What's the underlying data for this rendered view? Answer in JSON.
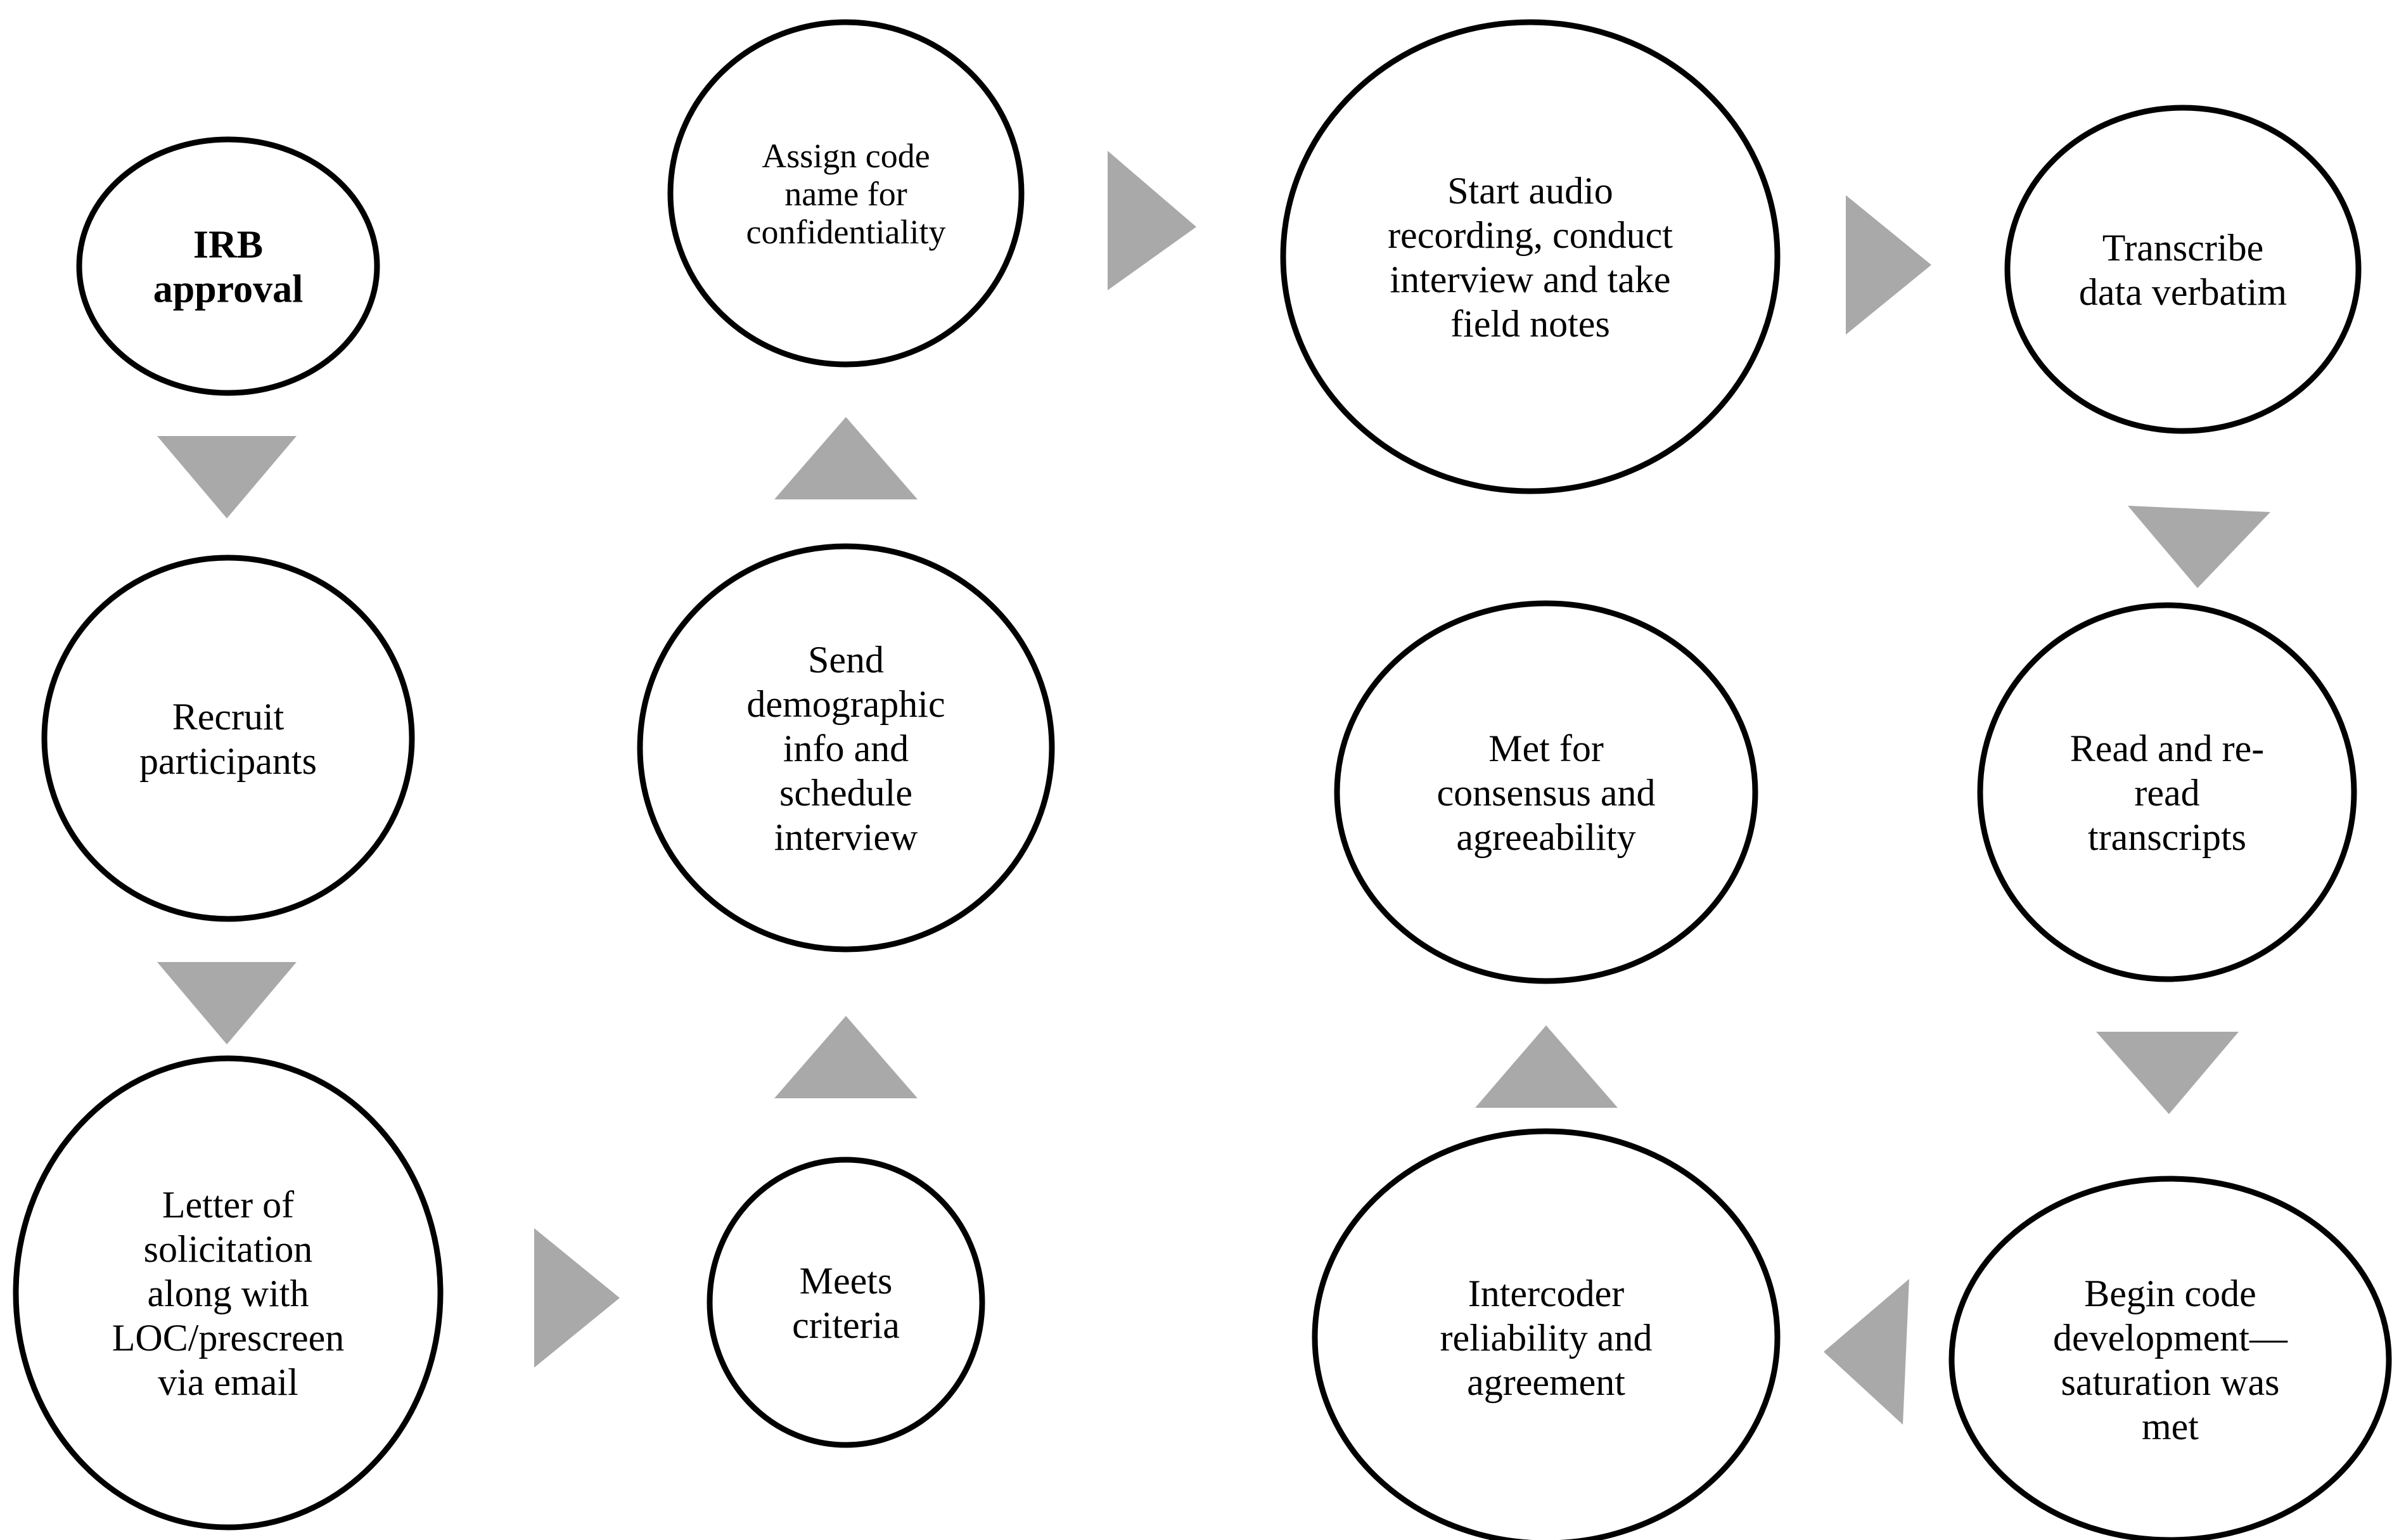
{
  "diagram": {
    "nodes": [
      {
        "id": "irb-approval",
        "lines": [
          "IRB",
          "approval"
        ],
        "bold": true
      },
      {
        "id": "recruit-participants",
        "lines": [
          "Recruit",
          "participants"
        ]
      },
      {
        "id": "letter-of-solicitation",
        "lines": [
          "Letter of",
          "solicitation",
          "along with",
          "LOC/prescreen",
          "via email"
        ]
      },
      {
        "id": "meets-criteria",
        "lines": [
          "Meets",
          "criteria"
        ]
      },
      {
        "id": "send-demographic-info",
        "lines": [
          "Send",
          "demographic",
          "info and",
          "schedule",
          "interview"
        ]
      },
      {
        "id": "assign-code-name",
        "lines": [
          "Assign code",
          "name for",
          "confidentiality"
        ]
      },
      {
        "id": "start-audio-recording",
        "lines": [
          "Start audio",
          "recording, conduct",
          "interview and take",
          "field notes"
        ]
      },
      {
        "id": "transcribe-data",
        "lines": [
          "Transcribe",
          "data verbatim"
        ]
      },
      {
        "id": "read-transcripts",
        "lines": [
          "Read and re-",
          "read",
          "transcripts"
        ]
      },
      {
        "id": "begin-code-development",
        "lines": [
          "Begin code",
          "development—",
          "saturation was",
          "met"
        ]
      },
      {
        "id": "intercoder-reliability",
        "lines": [
          "Intercoder",
          "reliability and",
          "agreement"
        ]
      },
      {
        "id": "met-for-consensus",
        "lines": [
          "Met for",
          "consensus and",
          "agreeability"
        ]
      }
    ],
    "arrows": [
      {
        "from": "irb-approval",
        "to": "recruit-participants",
        "direction": "down"
      },
      {
        "from": "recruit-participants",
        "to": "letter-of-solicitation",
        "direction": "down"
      },
      {
        "from": "letter-of-solicitation",
        "to": "meets-criteria",
        "direction": "right"
      },
      {
        "from": "meets-criteria",
        "to": "send-demographic-info",
        "direction": "up"
      },
      {
        "from": "send-demographic-info",
        "to": "assign-code-name",
        "direction": "up"
      },
      {
        "from": "assign-code-name",
        "to": "start-audio-recording",
        "direction": "right"
      },
      {
        "from": "start-audio-recording",
        "to": "transcribe-data",
        "direction": "right"
      },
      {
        "from": "transcribe-data",
        "to": "read-transcripts",
        "direction": "down"
      },
      {
        "from": "read-transcripts",
        "to": "begin-code-development",
        "direction": "down"
      },
      {
        "from": "begin-code-development",
        "to": "intercoder-reliability",
        "direction": "left"
      },
      {
        "from": "intercoder-reliability",
        "to": "met-for-consensus",
        "direction": "up"
      }
    ],
    "colors": {
      "arrow": "#a9a9a9",
      "stroke": "#000000",
      "fill": "#ffffff"
    }
  }
}
